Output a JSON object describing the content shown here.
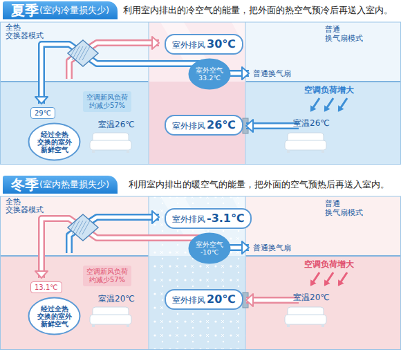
{
  "diagram": {
    "nodes": [
      {
        "text": [
          "夏季",
          "(室内冷量损失少)"
        ]
      },
      {
        "text": [
          "室外排风",
          "30℃"
        ]
      },
      {
        "text": [
          "室外空气 33.2℃"
        ]
      },
      {
        "text": [
          "空调新风负荷 约减少57%"
        ]
      },
      {
        "text": [
          "29℃"
        ]
      },
      {
        "text": [
          "经过全热 交换的室外 新鲜空气"
        ]
      },
      {
        "text": [
          "室外排风",
          "26℃"
        ]
      },
      {
        "text": [
          "冬季",
          "(室内热量损失少)"
        ]
      },
      {
        "text": [
          "室外排风",
          "-3.1℃"
        ]
      },
      {
        "text": [
          "室外空气 -10℃"
        ]
      },
      {
        "text": [
          "空调新风负荷 约减少57%"
        ]
      },
      {
        "text": [
          "13.1℃"
        ]
      },
      {
        "text": [
          "经过全热 交换的室外 新鲜空气"
        ]
      },
      {
        "text": [
          "室外排风",
          "20℃"
        ]
      }
    ],
    "labels": [
      "利用室内排出的冷空气的能量，把外面的热空气预冷后再送入室内。",
      "全热 交换器模式",
      "普通 换气扇模式",
      "普通换气扇",
      "空调负荷增大",
      "室温26℃",
      "室温26℃",
      "利用室内排出的暖空气的能量，把外面的空气预热后再送入室内。",
      "全热 交换器模式",
      "普通 换气扇模式",
      "普通换气扇",
      "空调负荷增大",
      "室温20℃",
      "室温20℃"
    ]
  }
}
